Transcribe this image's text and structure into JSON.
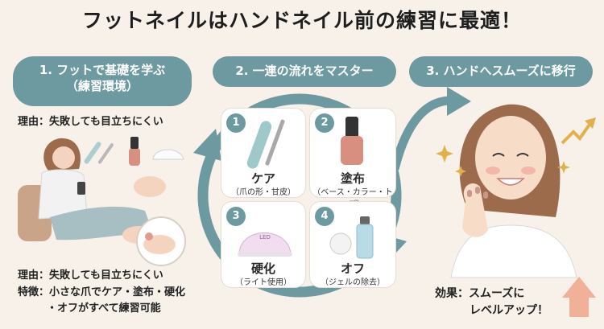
{
  "title": "フットネイルはハンドネイル前の練習に最適！",
  "step1": {
    "heading_line1": "1. フットで基礎を学ぶ",
    "heading_line2": "（練習環境）",
    "reason_top": "理由：失敗しても目立ちにくい",
    "reason_bottom": "理由：失敗しても目立ちにくい",
    "feature_line1": "特徴：小さな爪でケア・塗布・硬化",
    "feature_line2": "・オフがすべて練習可能"
  },
  "step2": {
    "heading": "2. 一連の流れをマスター",
    "cards": [
      {
        "num": "1",
        "label": "ケア",
        "sub": "（爪の形・甘皮）"
      },
      {
        "num": "2",
        "label": "塗布",
        "sub": "（ベース・カラー・トップ）"
      },
      {
        "num": "3",
        "label": "硬化",
        "sub": "（ライト使用）"
      },
      {
        "num": "4",
        "label": "オフ",
        "sub": "（ジェルの除去）"
      }
    ],
    "lamp_text": "LED"
  },
  "step3": {
    "heading": "3. ハンドへスムーズに移行",
    "effect_line1": "効果：スムーズに",
    "effect_line2": "レベルアップ！"
  },
  "colors": {
    "teal": "#6d9aa0",
    "background": "#f7f1ea",
    "polish": "#d98f80",
    "arrow": "#f0a48a"
  }
}
